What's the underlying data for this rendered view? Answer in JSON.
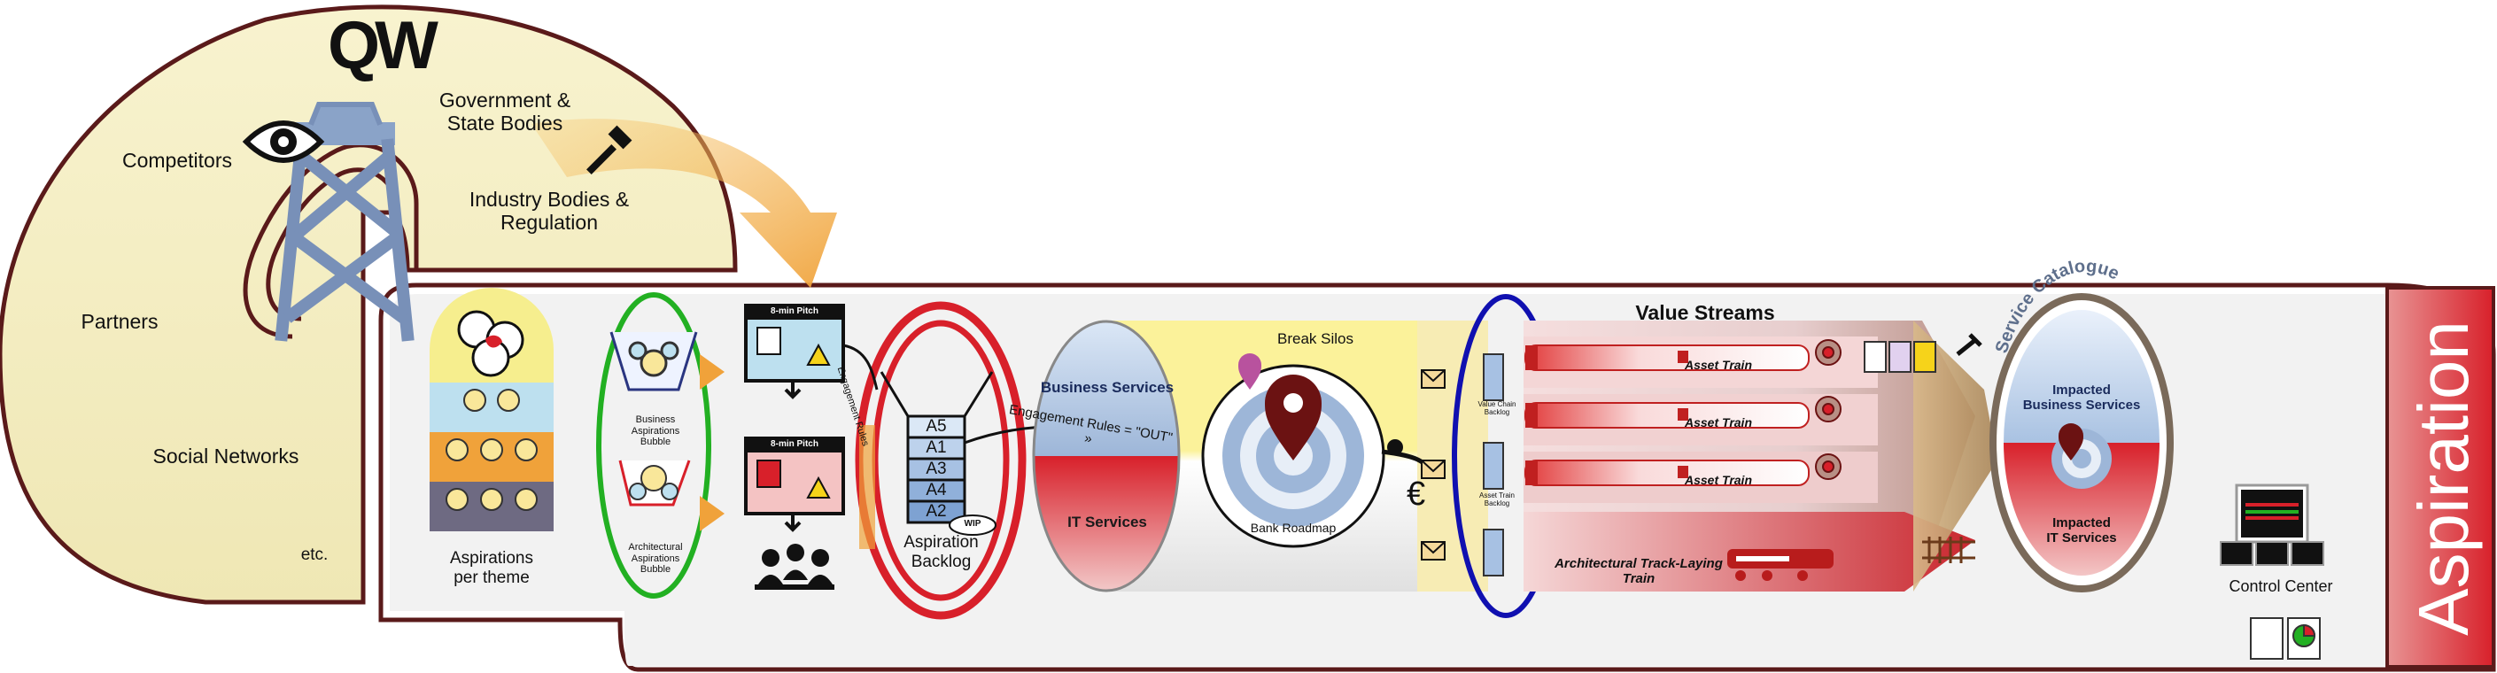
{
  "logo": {
    "text": "QW"
  },
  "environment": {
    "competitors": "Competitors",
    "government": "Government &\nState Bodies",
    "industry": "Industry Bodies &\nRegulation",
    "partners": "Partners",
    "social": "Social Networks",
    "etc": "etc."
  },
  "aspirations_per_theme": "Aspirations\nper theme",
  "bubbles": {
    "business": "Business\nAspirations\nBubble",
    "architectural": "Architectural\nAspirations\nBubble"
  },
  "pitch": {
    "top": "8-min Pitch",
    "bottom": "8-min Pitch"
  },
  "engagement_rules_in": "Engagement Rules",
  "engagement_rules_out": "Engagement Rules = \"OUT\" »",
  "backlog": {
    "items": [
      "A5",
      "A1",
      "A3",
      "A4",
      "A2"
    ],
    "wip": "WIP",
    "label": "Aspiration\nBacklog"
  },
  "services": {
    "business": "Business Services",
    "it": "IT Services"
  },
  "break_silos": "Break Silos",
  "bank_roadmap": "Bank Roadmap",
  "value_chain_backlog": "Value Chain\nBacklog",
  "asset_train_backlog": "Asset Train\nBacklog",
  "value_streams": "Value Streams",
  "trains": [
    "Asset Train",
    "Asset Train",
    "Asset Train"
  ],
  "arch_train": "Architectural Track-Laying Train",
  "service_catalogue": {
    "title": "Service Catalogue",
    "impacted_business": "Impacted\nBusiness Services",
    "impacted_it": "Impacted\nIT Services"
  },
  "control_center": "Control Center",
  "aspiration_tab": "Aspiration",
  "colors": {
    "cream": "#f6f0c4",
    "maroon": "#5a1a1a",
    "red": "#d8202a",
    "green": "#22b022",
    "blue": "#1010b0",
    "yellow": "#fbf29a",
    "orange": "#f4b74a",
    "steel": "#8aa3c8"
  }
}
